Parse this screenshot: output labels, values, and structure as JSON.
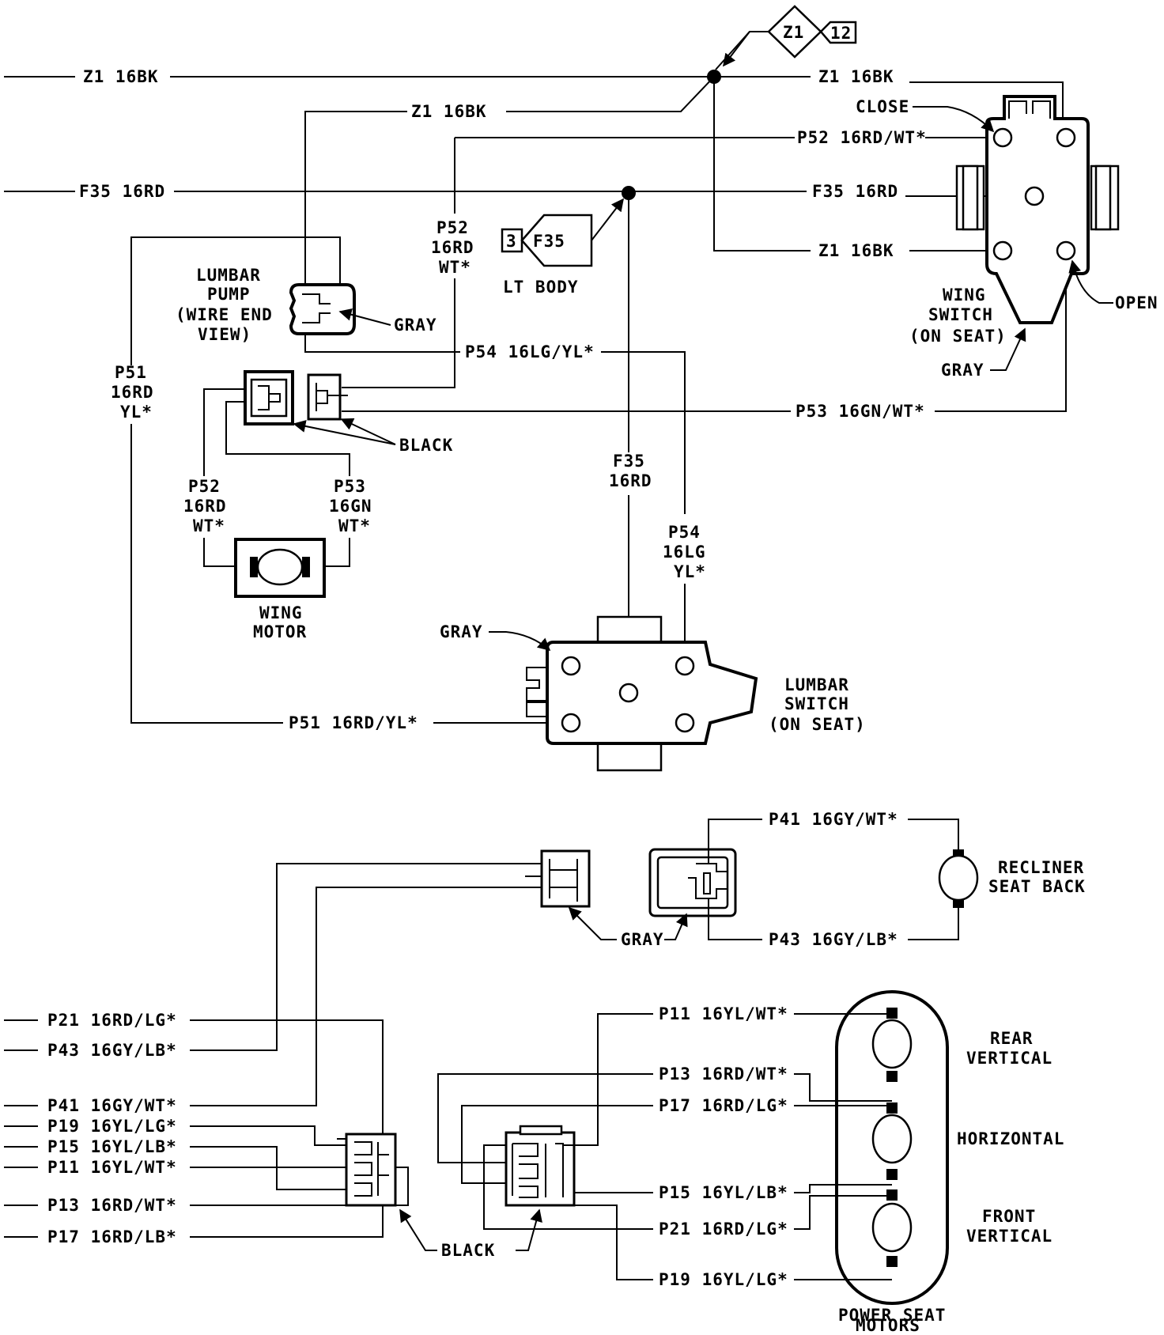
{
  "wires": {
    "z1_left": "Z1 16BK",
    "z1_mid": "Z1 16BK",
    "z1_right_top": "Z1 16BK",
    "z1_right_low": "Z1 16BK",
    "f35_left": "F35 16RD",
    "f35_right": "F35 16RD",
    "p52_top": "P52 16RD/WT*",
    "p52_vert": [
      "P52",
      "16RD",
      "WT*"
    ],
    "p54_horiz": "P54 16LG/YL*",
    "p53_right": "P53 16GN/WT*",
    "p51_vert": [
      "P51",
      "16RD",
      "YL*"
    ],
    "p52_motor": [
      "P52",
      "16RD",
      "WT*"
    ],
    "p53_motor": [
      "P53",
      "16GN",
      "WT*"
    ],
    "f35_vert": [
      "F35",
      "16RD"
    ],
    "p54_vert": [
      "P54",
      "16LG",
      "YL*"
    ],
    "p51_bottom": "P51 16RD/YL*",
    "p41_top": "P41 16GY/WT*",
    "p43_top": "P43 16GY/LB*",
    "left_list": [
      "P21 16RD/LG*",
      "P43 16GY/LB*",
      "P41 16GY/WT*",
      "P19 16YL/LG*",
      "P15 16YL/LB*",
      "P11 16YL/WT*",
      "P13 16RD/WT*",
      "P17 16RD/LB*"
    ],
    "motor_list": [
      "P11 16YL/WT*",
      "P13 16RD/WT*",
      "P17 16RD/LG*",
      "P15 16YL/LB*",
      "P21 16RD/LG*",
      "P19 16YL/LG*"
    ]
  },
  "splice": {
    "z1_id": "Z1",
    "z1_page": "12",
    "f35_id": "F35",
    "f35_page": "3",
    "f35_location": "LT BODY"
  },
  "labels": {
    "close": "CLOSE",
    "open": "OPEN",
    "wing_switch": [
      "WING",
      "SWITCH",
      "(ON SEAT)"
    ],
    "gray": "GRAY",
    "black": "BLACK",
    "lumbar_pump": [
      "LUMBAR",
      "PUMP",
      "(WIRE END",
      "VIEW)"
    ],
    "wing_motor": [
      "WING",
      "MOTOR"
    ],
    "lumbar_switch": [
      "LUMBAR",
      "SWITCH",
      "(ON SEAT)"
    ],
    "recliner": [
      "RECLINER",
      "SEAT BACK"
    ],
    "rear_vertical": [
      "REAR",
      "VERTICAL"
    ],
    "horizontal": "HORIZONTAL",
    "front_vertical": [
      "FRONT",
      "VERTICAL"
    ],
    "power_seat_motors": [
      "POWER SEAT",
      "MOTORS"
    ]
  }
}
